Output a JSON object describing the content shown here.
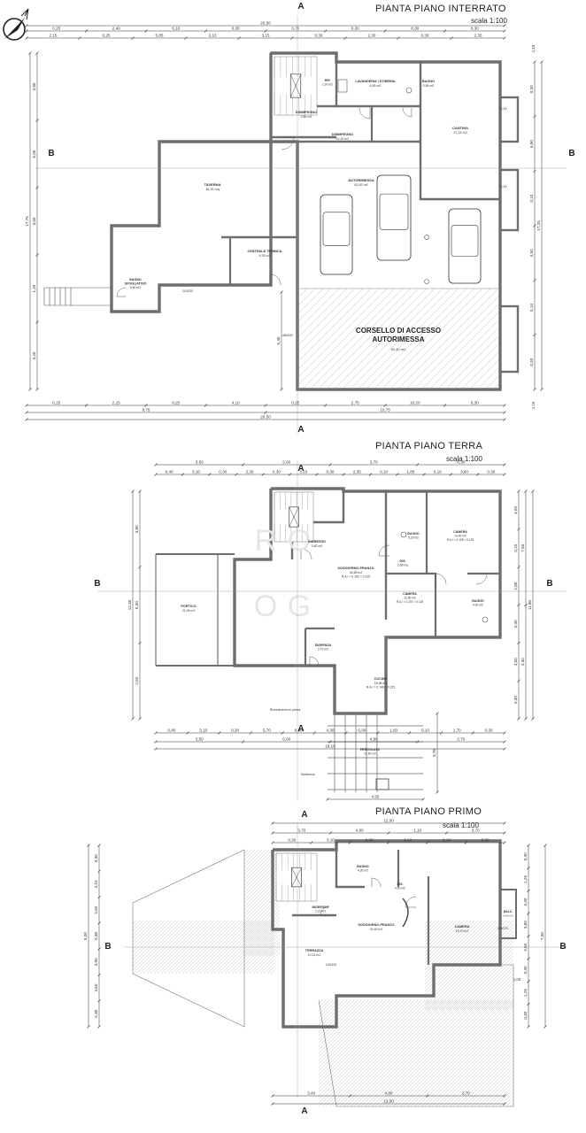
{
  "floors": {
    "interrato": {
      "title": "PIANTA PIANO INTERRATO",
      "scale": "scala 1:100",
      "rooms": [
        {
          "name": "TAVERNA",
          "area": "46,30 mq"
        },
        {
          "name": "AUTORIMESSA",
          "area": "62,82 m2"
        },
        {
          "name": "CANTINA",
          "area": "27,15 m2"
        },
        {
          "name": "LAVANDERIA / STIRERIA",
          "area": "6,45 m2"
        },
        {
          "name": "BAGNO",
          "area": "3,65 m2"
        },
        {
          "name": "DISIMPEGNO",
          "area": "3,80 m2"
        },
        {
          "name": "DISIMPEGNO",
          "area": "11,10 m2"
        },
        {
          "name": "RIP.",
          "area": "1,00 m2"
        },
        {
          "name": "CENTRALE TERMICA",
          "area": "6,33 m2"
        },
        {
          "name": "BAGNO SPOGLIATOIO",
          "area": "6,80 m2"
        },
        {
          "name": "CORSELLO DI ACCESSO AUTORIMESSA",
          "area": "52,40 m2"
        }
      ],
      "dims_top_1": [
        "0,25",
        "2,40",
        "6,10",
        "0,30",
        "3,70",
        "0,30",
        "8,30",
        "0,30"
      ],
      "dims_top_2": [
        "2,15",
        "0,25",
        "5,85",
        "3,10",
        "3,15",
        "0,30",
        "2,30",
        "0,30",
        "2,35"
      ],
      "dims_bottom_1": [
        "0,25",
        "2,15",
        "0,25",
        "4,10",
        "0,25",
        "2,75",
        "10,20",
        "0,30"
      ],
      "dims_bottom_2": [
        "9,75",
        "10,75"
      ],
      "total": "20,50",
      "dims_left": [
        "3,80",
        "5,00",
        "3,50",
        "1,25",
        "4,20"
      ],
      "dims_left_total": "17,75",
      "dims_right": [
        "0,30",
        "6,90",
        "0,10",
        "4,50",
        "5,14",
        "0,30"
      ],
      "dims_right_total": "17,25",
      "dim_right_top": "1,15",
      "dim_right_bottom": "1,15",
      "dim_inner": "5,45",
      "window_labels": [
        "1,00",
        "1,00",
        "450/220",
        "210/220"
      ]
    },
    "terra": {
      "title": "PIANTA PIANO TERRA",
      "scale": "scala 1:100",
      "rooms": [
        {
          "name": "PORTICO",
          "area": "21,09 m2"
        },
        {
          "name": "INGRESSO",
          "area": "3,82 m2"
        },
        {
          "name": "SOGGIORNO-PRANZO",
          "area": "44,55 m2",
          "ratio": "R.A.I = 0.182 > 0.125"
        },
        {
          "name": "BAGNO",
          "area": "5,18 m2"
        },
        {
          "name": "DIS.",
          "area": "2,65 mq"
        },
        {
          "name": "CAMERA",
          "area": "14,40 m2",
          "ratio": "R.A.I = 0.135 > 0.125"
        },
        {
          "name": "CAMERA",
          "area": "12,50 m2",
          "ratio": "R.A.I = 0.157 > 0.125"
        },
        {
          "name": "BAGNO",
          "area": "4,60 m2"
        },
        {
          "name": "DISPENSA",
          "area": "2,70 m2"
        },
        {
          "name": "CUCINA",
          "area": "18,96 m2",
          "ratio": "R.A.I = 0.146 > 0.125"
        },
        {
          "name": "PERGOLATO",
          "area": "17,60 m2"
        }
      ],
      "notes": [
        "Rivestimento in pietra",
        "Barbecue"
      ],
      "dims_top_1": [
        "3,50",
        "2,60",
        "3,70",
        "8,30"
      ],
      "dims_top_2": [
        "0,40",
        "3,10",
        "0,30",
        "2,30",
        "0,30",
        "3,10",
        "0,30",
        "2,35",
        "0,10",
        "1,85",
        "0,10",
        "3,60",
        "0,30"
      ],
      "dims_bottom_1": [
        "0,40",
        "3,10",
        "0,30",
        "5,70",
        "0,30",
        "4,30",
        "0,30",
        "1,60",
        "0,10",
        "1,70",
        "0,30"
      ],
      "dims_bottom_2": [
        "3,50",
        "6,00",
        "4,90",
        "3,70"
      ],
      "total": "18,10",
      "dims_left": [
        "3,80",
        "6,00",
        "2,50"
      ],
      "dims_left_total": "12,30",
      "dims_right": [
        "4,00",
        "0,10",
        "2,80",
        "0,30",
        "4,00",
        "0,30"
      ],
      "dims_right_mid": [
        "7,50",
        "4,30"
      ],
      "dims_right_total": "11,80",
      "dim_pergolato_width": "4,55",
      "dim_pergolato_depth": "3,75"
    },
    "primo": {
      "title": "PIANTA PIANO PRIMO",
      "scale": "scala 1:100",
      "rooms": [
        {
          "name": "BAGNO",
          "area": "4,30 m2"
        },
        {
          "name": "DIS.",
          "area": "4,00 m2"
        },
        {
          "name": "INGRESSO",
          "area": "2,20 m2"
        },
        {
          "name": "SOGGIORNO-PRANZO",
          "area": "20,40 m2"
        },
        {
          "name": "CAMERA",
          "area": "13,70 m2"
        },
        {
          "name": "BALC.",
          "area": "4,60 m2"
        },
        {
          "name": "TERRAZZA",
          "area": "10,14 m2"
        }
      ],
      "dims_top_1": [
        "3,70",
        "4,60",
        "1,10",
        "3,70"
      ],
      "dims_top_2": [
        "0,30",
        "3,10",
        "0,30",
        "3,10",
        "0,10",
        "0,30"
      ],
      "dims_bottom": [
        "3,40",
        "4,90",
        "3,70"
      ],
      "total": "12,00",
      "dims_left": [
        "0,30",
        "4,10",
        "3,50",
        "0,38",
        "3,90",
        "3,60",
        "0,38"
      ],
      "dims_left_total": "8,00",
      "dims_right": [
        "0,30",
        "1,25",
        "0,30",
        "3,80",
        "4,60",
        "0,30",
        "1,25",
        "0,30"
      ],
      "dims_right_total": "7,50",
      "dim_right_extra": "1,00",
      "window_labels": [
        "130/220",
        "110/220"
      ]
    }
  },
  "section_markers": [
    "A",
    "B"
  ],
  "watermark": "R O O G",
  "north_symbol": "north-arrow-icon"
}
